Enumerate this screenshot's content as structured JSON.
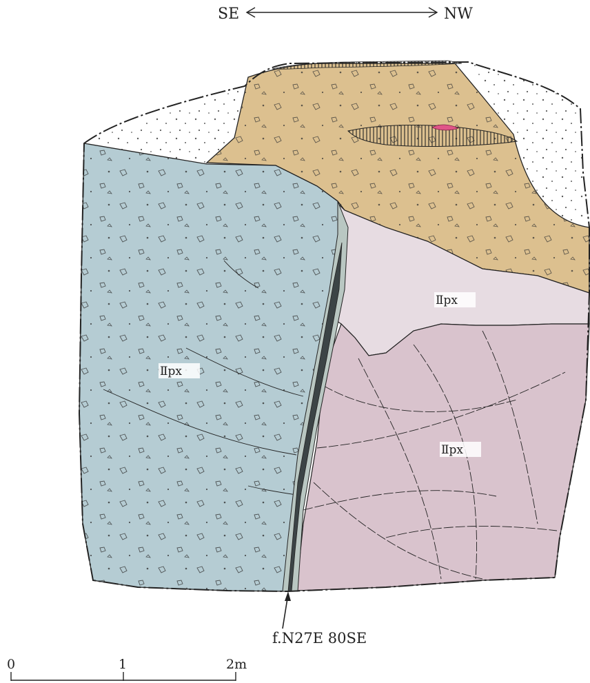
{
  "orientation": {
    "left": "SE",
    "right": "NW"
  },
  "units": {
    "left_label": "Ⅱpx",
    "upper_right_label": "Ⅱpx",
    "lower_right_label": "Ⅱpx"
  },
  "fault_label": "f.N27E 80SE",
  "scale_bar": {
    "ticks": [
      "0",
      "1",
      "2m"
    ]
  },
  "colors": {
    "blue_unit": "#b5ccd3",
    "pink_lower": "#d9c3cd",
    "pink_upper": "#e7dce2",
    "tan_unit": "#dcc08f",
    "fault_gouge": "#b9c7c2",
    "fault_core": "#3c4446",
    "red_lens": "#e05588",
    "outline": "#222222"
  }
}
